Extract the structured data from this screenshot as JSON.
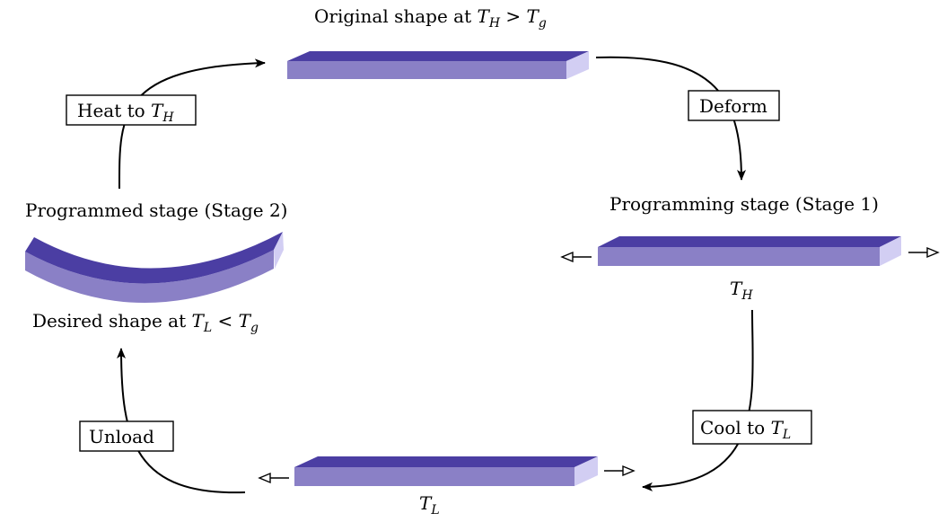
{
  "title_top": {
    "prefix": "Original shape at ",
    "sym1": "T",
    "sub1": "H",
    "op": " > ",
    "sym2": "T",
    "sub2": "g"
  },
  "programming": {
    "label": "Programming stage (Stage 1)",
    "temp_sym": "T",
    "temp_sub": "H"
  },
  "programmed": {
    "label": "Programmed stage (Stage 2)"
  },
  "desired": {
    "prefix": "Desired shape at ",
    "sym1": "T",
    "sub1": "L",
    "op": " < ",
    "sym2": "T",
    "sub2": "g"
  },
  "bottom_bar": {
    "temp_sym": "T",
    "temp_sub": "L"
  },
  "steps": {
    "heat": {
      "prefix": "Heat to ",
      "sym": "T",
      "sub": "H"
    },
    "deform": {
      "label": "Deform"
    },
    "cool": {
      "prefix": "Cool to ",
      "sym": "T",
      "sub": "L"
    },
    "unload": {
      "label": "Unload"
    }
  },
  "colors": {
    "bar_top": "#4B3EA3",
    "bar_front": "#8A80C6",
    "bar_side": "#D2CEF3"
  }
}
